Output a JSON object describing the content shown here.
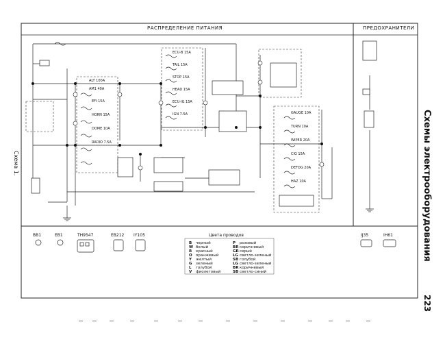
{
  "header": {
    "center_title": "РАСПРЕДЕЛЕНИЕ ПИТАНИЯ",
    "right_title": "ПРЕДОХРАНИТЕЛИ"
  },
  "side": {
    "title": "Схемы электрооборудования",
    "page_number": "223",
    "scheme_label": "Схема 1."
  },
  "fuses": [
    "ALT 100A",
    "AM1 40A",
    "EFI 15A",
    "HORN 15A",
    "DOME 10A",
    "RADIO 7.5A",
    "ECU-B 15A",
    "TAIL 15A",
    "STOP 15A",
    "HEAD 15A",
    "ECU-IG 15A",
    "IGN 7.5A",
    "GAUGE 10A",
    "TURN 10A",
    "WIPER 20A",
    "CIG 15A",
    "DEFOG 20A",
    "HAZ 10A"
  ],
  "connectors": [
    "BB1",
    "EB1",
    "TH9547",
    "EB212",
    "IY105"
  ],
  "right_connectors": [
    "IJ35",
    "IH61"
  ],
  "legend": {
    "title": "Цвета проводов",
    "left": [
      {
        "code": "B",
        "name": "черный"
      },
      {
        "code": "W",
        "name": "белый"
      },
      {
        "code": "R",
        "name": "красный"
      },
      {
        "code": "O",
        "name": "оранжевый"
      },
      {
        "code": "Y",
        "name": "желтый"
      },
      {
        "code": "G",
        "name": "зеленый"
      },
      {
        "code": "L",
        "name": "голубой"
      },
      {
        "code": "V",
        "name": "фиолетовый"
      }
    ],
    "right": [
      {
        "code": "P",
        "name": "розовый"
      },
      {
        "code": "BR",
        "name": "коричневый"
      },
      {
        "code": "GR",
        "name": "серый"
      },
      {
        "code": "LG",
        "name": "светло-зеленый"
      },
      {
        "code": "SB",
        "name": "голубой"
      },
      {
        "code": "LG",
        "name": "светло-зеленый"
      },
      {
        "code": "BR",
        "name": "коричневый"
      },
      {
        "code": "SB",
        "name": "светло-синий"
      }
    ]
  }
}
